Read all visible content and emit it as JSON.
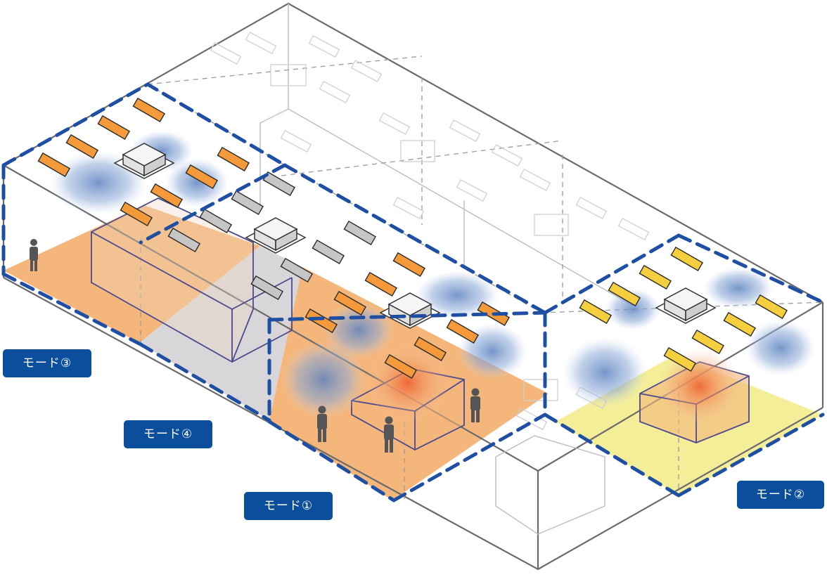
{
  "modes": [
    {
      "id": "mode3",
      "label": "モード③"
    },
    {
      "id": "mode4",
      "label": "モード④"
    },
    {
      "id": "mode1",
      "label": "モード①"
    },
    {
      "id": "mode2",
      "label": "モード②"
    }
  ],
  "colors": {
    "outline": "#666666",
    "mode_border": "#1f4fa3",
    "label_bg": "#0b4f9c",
    "label_text": "#ffffff",
    "floor_active": "#f4b67a",
    "floor_gray": "#d9d6d9",
    "floor_yellow": "#f3ee97",
    "light_on": "#f49a3a",
    "light_yellow": "#f6cf3e",
    "light_off": "#c6c6c6",
    "airflow": "#6f93c8",
    "heat": "#ee5a2a",
    "person": "#555555"
  },
  "icons": [
    "ceiling-ac-unit-icon",
    "person-icon",
    "ceiling-light-icon"
  ]
}
